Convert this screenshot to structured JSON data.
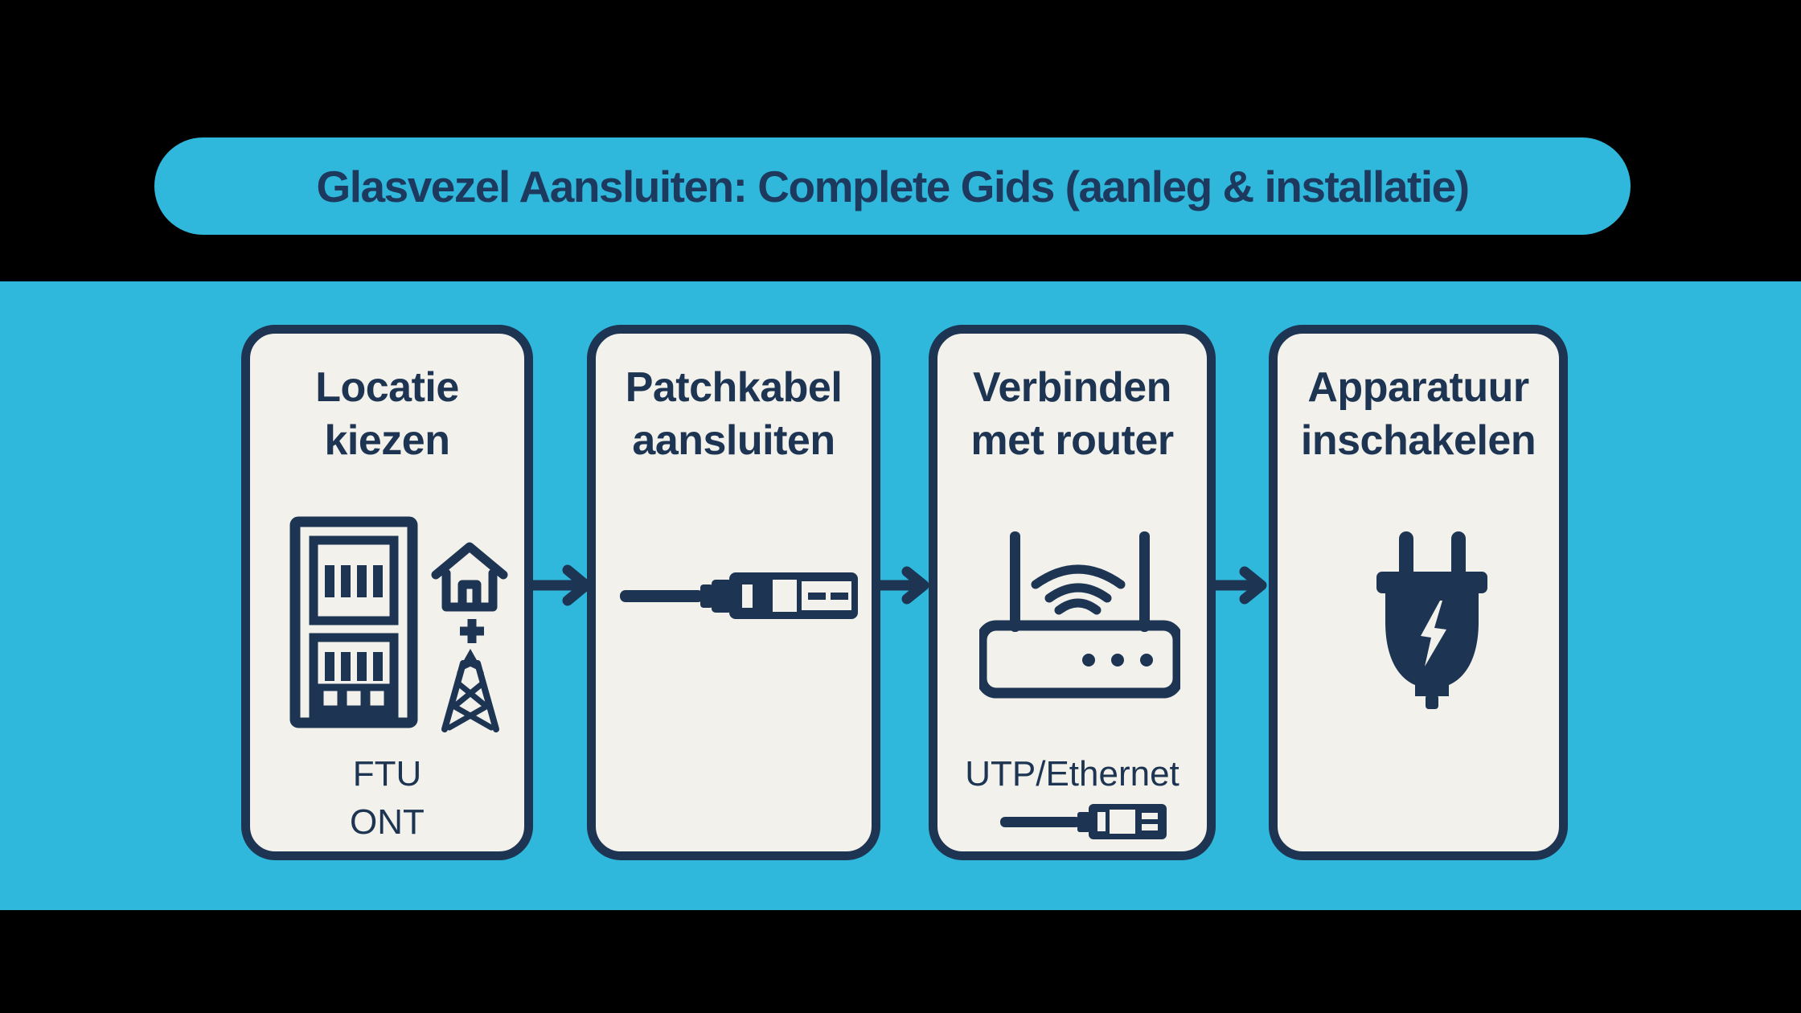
{
  "banner": {
    "title": "Glasvezel Aansluiten: Complete Gids (aanleg & installatie)"
  },
  "steps": [
    {
      "title_lines": [
        "Locatie",
        "kiezen"
      ],
      "sub_labels": [
        "FTU",
        "ONT"
      ],
      "icons": [
        "ftu-cabinet-icon",
        "house-icon",
        "plus-icon",
        "antenna-tower-icon"
      ]
    },
    {
      "title_lines": [
        "Patchkabel",
        "aansluiten"
      ],
      "icons": [
        "fiber-patch-cable-icon"
      ]
    },
    {
      "title_lines": [
        "Verbinden",
        "met router"
      ],
      "sub_labels": [
        "UTP/Ethernet"
      ],
      "icons": [
        "wifi-router-icon",
        "ethernet-cable-icon"
      ]
    },
    {
      "title_lines": [
        "Apparatuur",
        "inschakelen"
      ],
      "icons": [
        "power-plug-icon"
      ]
    }
  ],
  "colors": {
    "cyan": "#2FB8DC",
    "navy": "#1D3552",
    "card_bg": "#F2F1EB",
    "background": "#000000"
  }
}
